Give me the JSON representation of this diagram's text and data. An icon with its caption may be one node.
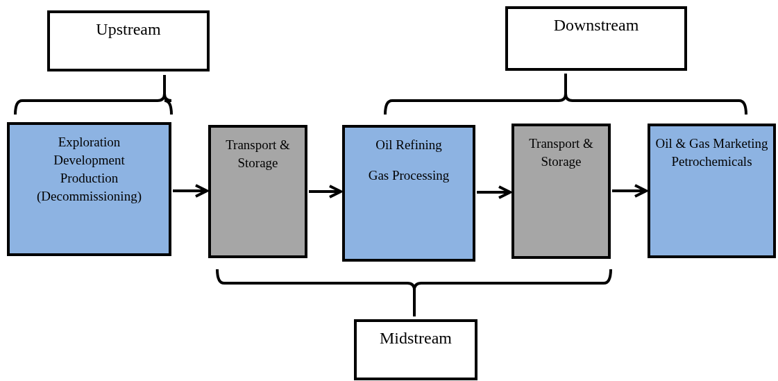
{
  "diagram": {
    "nodes": [
      {
        "text": [
          "Upstream"
        ]
      },
      {
        "text": [
          "Downstream"
        ]
      },
      {
        "text": [
          "Exploration",
          "Development",
          "Production",
          "(Decommissioning)"
        ]
      },
      {
        "text": [
          "Transport & Storage"
        ]
      },
      {
        "text": [
          "Oil Refining",
          "Gas Processing"
        ]
      },
      {
        "text": [
          "Transport & Storage"
        ]
      },
      {
        "text": [
          "Oil & Gas Marketing",
          "Petrochemicals"
        ]
      },
      {
        "text": [
          "Midstream"
        ]
      }
    ],
    "edges": [
      {
        "from": 2,
        "to": 3,
        "arrow": "to"
      },
      {
        "from": 3,
        "to": 4,
        "arrow": "to"
      },
      {
        "from": 4,
        "to": 5,
        "arrow": "to"
      },
      {
        "from": 5,
        "to": 6,
        "arrow": "to"
      }
    ]
  }
}
